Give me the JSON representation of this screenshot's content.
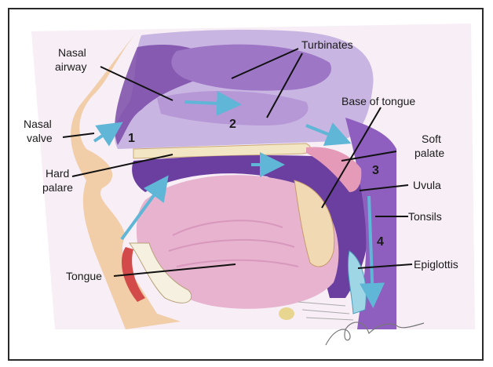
{
  "labels": {
    "turbinates": "Turbinates",
    "nasal_airway_1": "Nasal",
    "nasal_airway_2": "airway",
    "base_of_tongue": "Base of tongue",
    "nasal_valve_1": "Nasal",
    "nasal_valve_2": "valve",
    "soft_palate_1": "Soft",
    "soft_palate_2": "palate",
    "hard_palate_1": "Hard",
    "hard_palate_2": "palare",
    "uvula": "Uvula",
    "tonsils": "Tonsils",
    "tongue": "Tongue",
    "epiglottis": "Epiglottis"
  },
  "numbers": {
    "n1": "1",
    "n2": "2",
    "n3": "3",
    "n4": "4"
  },
  "colors": {
    "purple_dark": "#7a4aa8",
    "purple_light": "#c9b5e2",
    "tongue_pink": "#e7b3cf",
    "airflow_blue": "#5fb6d6",
    "skin_peach": "#f0c9a0"
  }
}
